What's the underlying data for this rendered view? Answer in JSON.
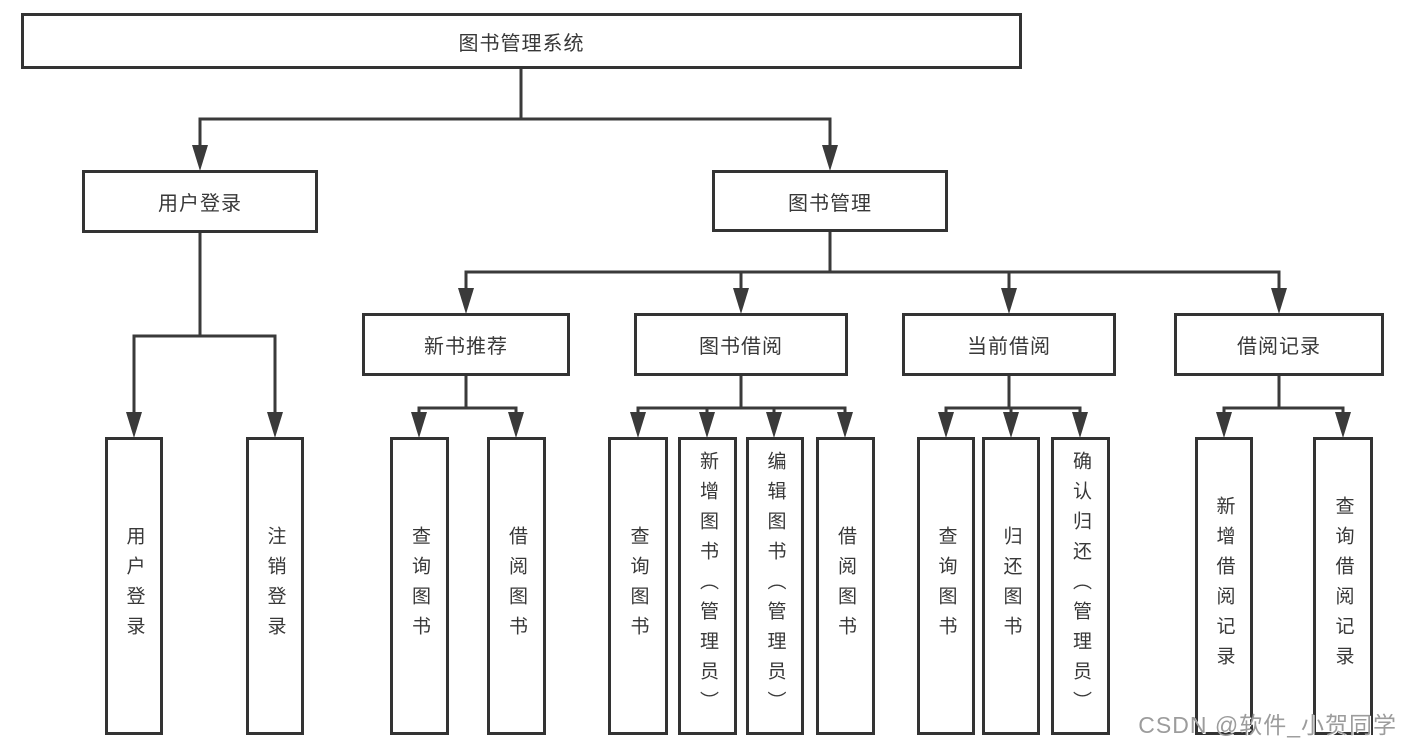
{
  "diagram": {
    "title": "图书管理系统",
    "level2": [
      "用户登录",
      "图书管理"
    ],
    "level3": [
      "新书推荐",
      "图书借阅",
      "当前借阅",
      "借阅记录"
    ],
    "leaves": {
      "user_login": [
        "用户登录",
        "注销登录"
      ],
      "new_book_recommend": [
        "查询图书",
        "借阅图书"
      ],
      "book_borrow": [
        "查询图书",
        "新增图书（管理员）",
        "编辑图书（管理员）",
        "借阅图书"
      ],
      "current_borrow": [
        "查询图书",
        "归还图书",
        "确认归还（管理员）"
      ],
      "borrow_record": [
        "新增借阅记录",
        "查询借阅记录"
      ]
    },
    "watermark": "CSDN @软件_小贺同学",
    "colors": {
      "line": "#3a3a3a",
      "border": "#333333",
      "text": "#383838",
      "watermark": "#9c9c9c",
      "background": "#ffffff"
    }
  }
}
